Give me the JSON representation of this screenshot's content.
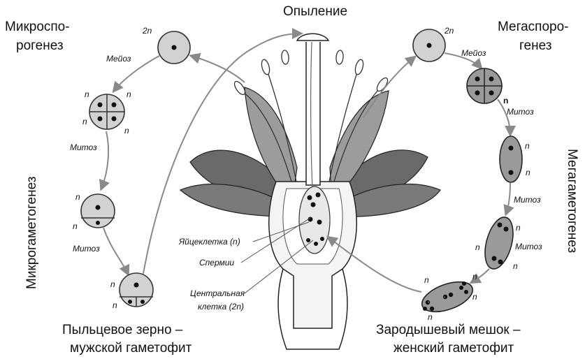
{
  "labels": {
    "pollination": "Опыление",
    "microsporogenesis_l1": "Микроспо-",
    "microsporogenesis_l2": "рогенез",
    "megasporogenesis_l1": "Мегаспоро-",
    "megasporogenesis_l2": "генез",
    "microgametogenesis": "Микрогаметогенез",
    "megagametogenesis": "Мегагаметогенез",
    "pollen_grain_l1": "Пыльцевое зерно –",
    "pollen_grain_l2": "мужской гаметофит",
    "embryo_sac_l1": "Зародышевый мешок –",
    "embryo_sac_l2": "женский гаметофит",
    "egg_cell": "Яйцеклетка (n)",
    "sperm": "Спермии",
    "central_cell_l1": "Центральная",
    "central_cell_l2": "клетка (2n)"
  },
  "stages": {
    "meiosis": "Мейоз",
    "mitosis": "Митоз",
    "diploid": "2n",
    "haploid": "n"
  },
  "colors": {
    "cell_fill": "#d2d2d2",
    "arrow": "#8a8a8a",
    "petal_dark": "#5c5c5c",
    "petal_light": "#9c9c9c"
  }
}
